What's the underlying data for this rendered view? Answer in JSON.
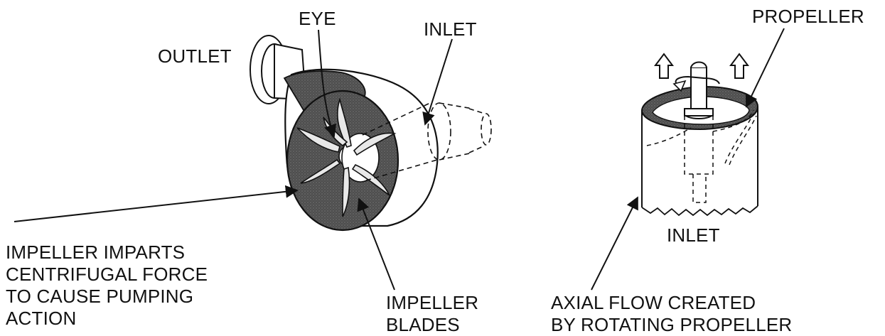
{
  "centrifugal_pump": {
    "labels": {
      "outlet": "OUTLET",
      "eye": "EYE",
      "inlet": "INLET",
      "impeller_action": [
        "IMPELLER IMPARTS",
        "CENTRIFUGAL FORCE",
        "TO CAUSE PUMPING",
        "ACTION"
      ],
      "impeller_blades": [
        "IMPELLER",
        "BLADES"
      ]
    }
  },
  "axial_pump": {
    "labels": {
      "propeller": "PROPELLER",
      "inlet": "INLET",
      "axial_flow": [
        "AXIAL FLOW CREATED",
        "BY ROTATING PROPELLER"
      ]
    }
  },
  "colors": {
    "ink": "#111111",
    "casing_fill": "#5a5a5a",
    "background": "#ffffff"
  }
}
